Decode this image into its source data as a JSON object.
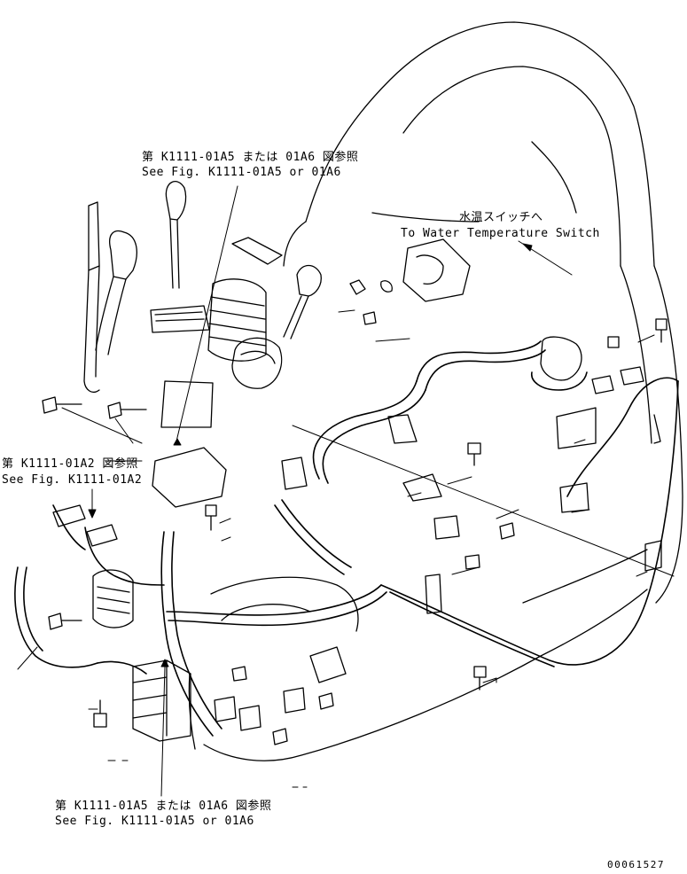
{
  "callouts": {
    "top_ja": "第 K1111-01A5 または 01A6 図参照",
    "top_en": "See Fig. K1111-01A5 or 01A6",
    "water_ja": "水温スイッチへ",
    "water_en": "To Water Temperature Switch",
    "left_ja": "第 K1111-01A2 図参照",
    "left_en": "See Fig. K1111-01A2",
    "bottom_ja": "第 K1111-01A5 または 01A6 図参照",
    "bottom_en": "See Fig. K1111-01A5 or 01A6"
  },
  "drawing_number": "00061527"
}
